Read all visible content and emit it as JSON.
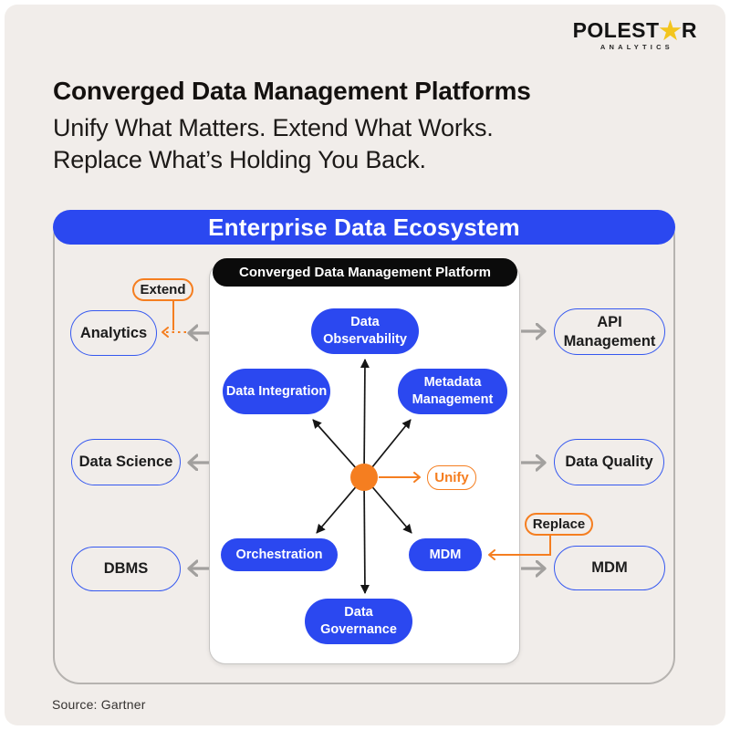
{
  "brand": {
    "wordmark_prefix": "POLEST",
    "star_glyph": "★",
    "wordmark_suffix": "R",
    "tagline": "ANALYTICS"
  },
  "headline": {
    "title": "Converged Data Management Platforms",
    "subtitle_line1": "Unify What Matters. Extend What Works.",
    "subtitle_line2": "Replace What’s Holding You Back."
  },
  "ecosystem": {
    "title": "Enterprise Data Ecosystem"
  },
  "platform": {
    "title": "Converged Data Management Platform",
    "nodes": [
      {
        "label": "Data Observability"
      },
      {
        "label": "Data Integration"
      },
      {
        "label": "Metadata Management"
      },
      {
        "label": "Orchestration"
      },
      {
        "label": "MDM"
      },
      {
        "label": "Data Governance"
      }
    ]
  },
  "external": {
    "left": [
      {
        "label": "Analytics"
      },
      {
        "label": "Data Science"
      },
      {
        "label": "DBMS"
      }
    ],
    "right": [
      {
        "label": "API Management"
      },
      {
        "label": "Data Quality"
      },
      {
        "label": "MDM"
      }
    ]
  },
  "annotations": {
    "extend": "Extend",
    "replace": "Replace",
    "unify": "Unify"
  },
  "footer": {
    "source": "Source: Gartner"
  },
  "colors": {
    "blue": "#2b48f0",
    "orange": "#f57e20",
    "black_pill": "#0b0b0b",
    "gray_arrow": "#a2a09e",
    "star_yellow": "#f3c51d"
  }
}
